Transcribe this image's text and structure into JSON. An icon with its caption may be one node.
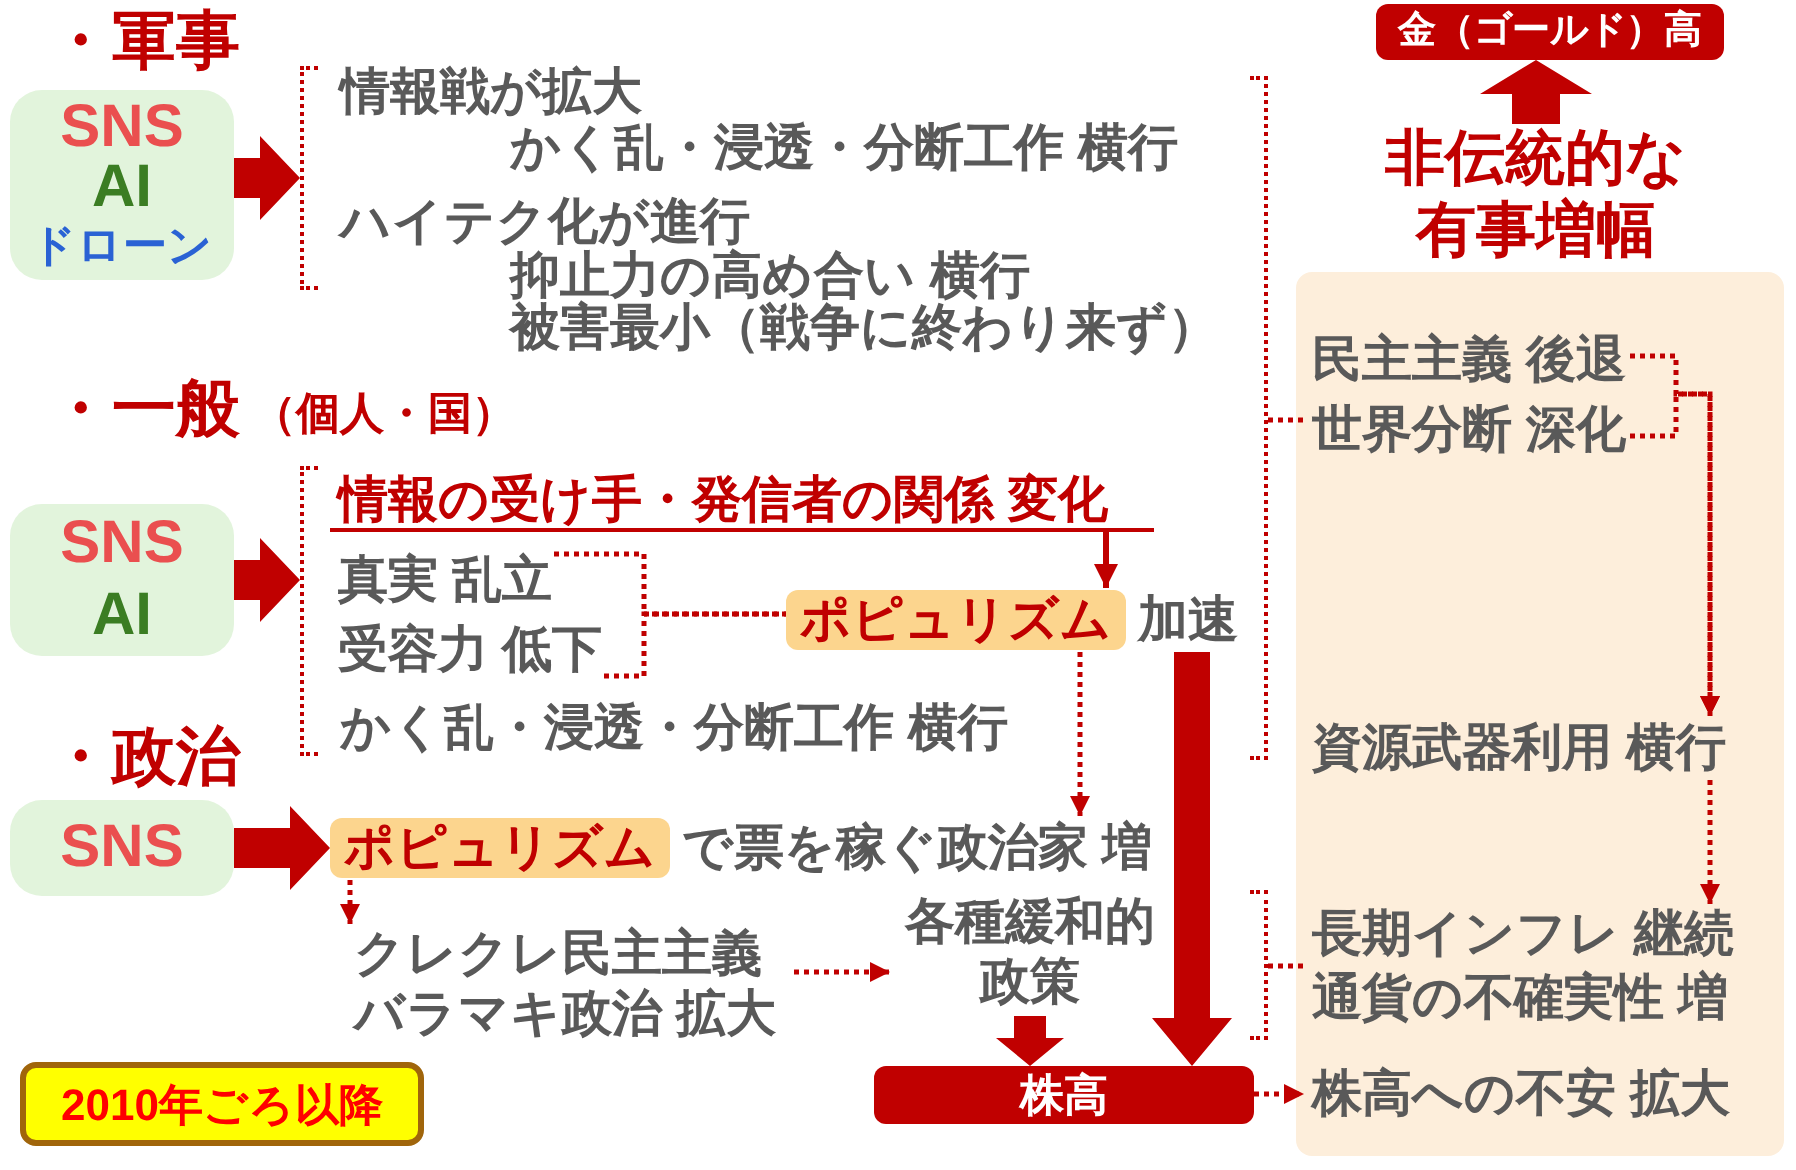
{
  "diagram": {
    "nodes": [
      {
        "text": [
          "金（ゴールド）高"
        ]
      },
      {
        "text": [
          "非伝統的な有事増幅"
        ]
      },
      {
        "text": [
          "SNS",
          "AI",
          "ドローン"
        ]
      },
      {
        "text": [],
        "shape": "bracket"
      },
      {
        "text": [
          "情報戦が拡大",
          "かく乱・浸透・分断工作 横行",
          "ハイテク化が進行",
          "抑止力の高め合い 横行",
          "被害最小（戦争に終わり来ず）"
        ],
        "in": 3
      },
      {
        "text": [
          "かく乱・浸透・分断工作 横行"
        ],
        "in": 3
      },
      {
        "text": [
          "情報の受け手・発信者の関係 変化"
        ],
        "in": 5
      },
      {
        "text": [
          "真実 乱立"
        ],
        "in": 5
      },
      {
        "text": [
          "受容力 低下"
        ],
        "in": 5
      },
      {
        "text": [
          "ポピュリズム"
        ],
        "beside": [
          "加速"
        ],
        "in": 5
      },
      {
        "text": [
          "SNS",
          "AI"
        ]
      },
      {
        "text": [],
        "shape": "box"
      },
      {
        "text": [
          "民主主義 後退"
        ],
        "in": 11
      },
      {
        "text": [
          "世界分断 深化"
        ],
        "in": 11
      },
      {
        "text": [
          "資源武器利用 横行"
        ],
        "in": 11
      },
      {
        "text": [
          "長期インフレ 継続",
          "通貨の不確実性 増"
        ],
        "in": 11
      },
      {
        "text": [
          "株高への不安 拡大"
        ],
        "in": 11
      },
      {
        "text": [
          "SNS"
        ]
      },
      {
        "text": [
          "ポピュリズム"
        ],
        "beside": [
          "で票を稼ぐ政治家 増"
        ]
      },
      {
        "text": [],
        "shape": "bracket"
      },
      {
        "text": [
          "クレクレ民主主義",
          "バラマキ政治 拡大"
        ],
        "in": 19
      },
      {
        "text": [
          "各種緩和的政策"
        ],
        "in": 19
      },
      {
        "text": [
          "株高"
        ]
      },
      {
        "text": [
          "2010年ごろ以降"
        ]
      }
    ],
    "edges": [
      {
        "from": 1,
        "to": 0,
        "arrow": "to",
        "style": "thick"
      },
      {
        "from": 2,
        "to": 4,
        "arrow": "to",
        "style": "thick"
      },
      {
        "from": 3,
        "to": 13,
        "arrow": "none",
        "style": "dashed"
      },
      {
        "from": 6,
        "to": 9,
        "arrow": "to"
      },
      {
        "from": 7,
        "to": 9,
        "arrow": "none",
        "style": "dashed"
      },
      {
        "from": 8,
        "to": 9,
        "arrow": "none",
        "style": "dashed"
      },
      {
        "from": 10,
        "to": 5,
        "arrow": "to",
        "style": "thick"
      },
      {
        "from": 12,
        "to": 14,
        "arrow": "to",
        "style": "dashed"
      },
      {
        "from": 13,
        "to": 14,
        "arrow": "to",
        "style": "dashed"
      },
      {
        "from": 9,
        "to": 18,
        "arrow": "to",
        "style": "dashed"
      },
      {
        "from": 9,
        "to": 22,
        "arrow": "to",
        "style": "thick"
      },
      {
        "from": 14,
        "to": 15,
        "arrow": "to",
        "style": "dashed"
      },
      {
        "from": 17,
        "to": 18,
        "arrow": "to",
        "style": "thick"
      },
      {
        "from": 18,
        "to": 20,
        "arrow": "to",
        "style": "dashed"
      },
      {
        "from": 20,
        "to": 21,
        "arrow": "to",
        "style": "dashed"
      },
      {
        "from": 21,
        "to": 22,
        "arrow": "to",
        "style": "thick"
      },
      {
        "from": 19,
        "to": 15,
        "arrow": "none",
        "style": "dashed"
      },
      {
        "from": 22,
        "to": 16,
        "arrow": "to",
        "style": "dashed"
      }
    ],
    "labels": [
      "・軍事",
      "・一般",
      "（個人・国）",
      "・政治"
    ]
  }
}
